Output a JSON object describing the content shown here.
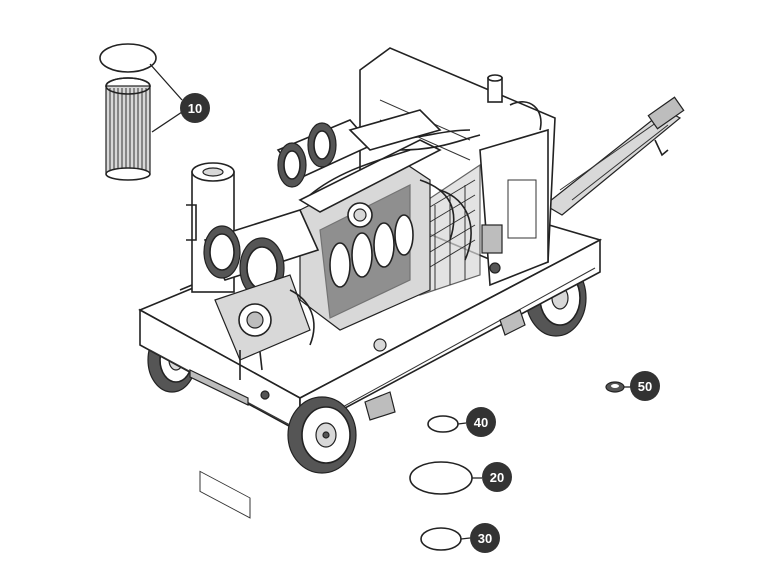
{
  "callouts": [
    {
      "id": "c10",
      "label": "10"
    },
    {
      "id": "c20",
      "label": "20"
    },
    {
      "id": "c30",
      "label": "30"
    },
    {
      "id": "c40",
      "label": "40"
    },
    {
      "id": "c50",
      "label": "50"
    }
  ],
  "colors": {
    "badge": "#333333",
    "badge_text": "#ffffff",
    "line": "#222222"
  }
}
